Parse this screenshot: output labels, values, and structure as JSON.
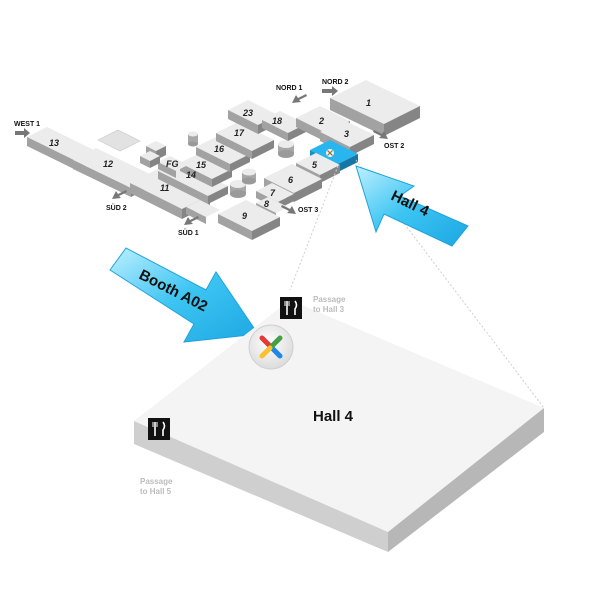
{
  "map": {
    "halls": [
      {
        "id": "h1",
        "label": "1"
      },
      {
        "id": "h2",
        "label": "2"
      },
      {
        "id": "h3",
        "label": "3"
      },
      {
        "id": "h5",
        "label": "5"
      },
      {
        "id": "h6",
        "label": "6"
      },
      {
        "id": "h7",
        "label": "7"
      },
      {
        "id": "h8",
        "label": "8"
      },
      {
        "id": "h9",
        "label": "9"
      },
      {
        "id": "h11",
        "label": "11"
      },
      {
        "id": "h12",
        "label": "12"
      },
      {
        "id": "h13",
        "label": "13"
      },
      {
        "id": "h14",
        "label": "14"
      },
      {
        "id": "h15",
        "label": "15"
      },
      {
        "id": "h16",
        "label": "16"
      },
      {
        "id": "h17",
        "label": "17"
      },
      {
        "id": "h18",
        "label": "18"
      },
      {
        "id": "h23",
        "label": "23"
      },
      {
        "id": "hfg",
        "label": "FG"
      }
    ],
    "gates": {
      "west1": "WEST 1",
      "nord1": "NORD 1",
      "nord2": "NORD 2",
      "ost2": "OST 2",
      "ost3": "OST 3",
      "sued1": "SÜD 1",
      "sued2": "SÜD 2"
    },
    "callouts": {
      "hall_arrow": "Hall 4",
      "booth_arrow": "Booth A02"
    },
    "hall_detail": {
      "title": "Hall 4",
      "passage_hall3": [
        "Passage",
        "to Hall 3"
      ],
      "passage_hall5": [
        "Passage",
        "to Hall 5"
      ]
    },
    "colors": {
      "highlight": "#29b6ee",
      "floor_top": "#f4f4f4",
      "floor_side": "#c9c9c9",
      "block_top": "#ececec",
      "block_side": "#9a9a9a"
    },
    "icons": [
      "restaurant-icon",
      "booth-logo-icon",
      "gate-arrow-icon"
    ]
  }
}
